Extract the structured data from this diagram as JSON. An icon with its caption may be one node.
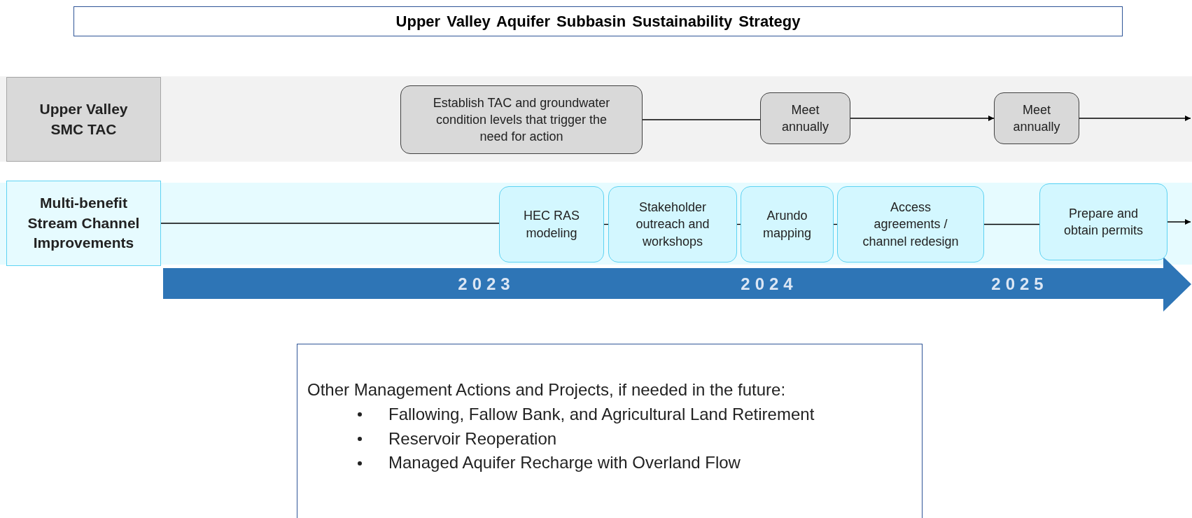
{
  "diagram": {
    "title": "Upper Valley Aquifer Subbasin Sustainability Strategy",
    "nodes": [
      {
        "text": [
          "Upper Valley SMC TAC"
        ]
      },
      {
        "text": [
          "Establish TAC and groundwater condition levels that trigger the need for action"
        ]
      },
      {
        "text": [
          "Meet annually"
        ]
      },
      {
        "text": [
          "Meet annually"
        ]
      },
      {
        "text": [
          "Multi-benefit Stream Channel Improvements"
        ]
      },
      {
        "text": [
          "HEC RAS modeling"
        ]
      },
      {
        "text": [
          "Stakeholder outreach and workshops"
        ]
      },
      {
        "text": [
          "Arundo mapping"
        ]
      },
      {
        "text": [
          "Access agreements / channel redesign"
        ]
      },
      {
        "text": [
          "Prepare and obtain permits"
        ]
      },
      {
        "text": [
          "2023",
          "2024",
          "2025"
        ]
      },
      {
        "text": [
          "Other Management Actions and Projects, if needed in the future:",
          "Fallowing, Fallow Bank, and Agricultural Land Retirement",
          "Reservoir Reoperation",
          "Managed Aquifer Recharge with Overland Flow"
        ]
      }
    ],
    "edges": [
      {
        "from": 1,
        "to": 2,
        "arrow": "none"
      },
      {
        "from": 2,
        "to": 3,
        "arrow": "to"
      },
      {
        "from": 3,
        "to": null,
        "arrow": "to"
      },
      {
        "from": 4,
        "to": 5,
        "arrow": "none"
      },
      {
        "from": 5,
        "to": 6,
        "arrow": "none"
      },
      {
        "from": 6,
        "to": 7,
        "arrow": "none"
      },
      {
        "from": 7,
        "to": 8,
        "arrow": "none"
      },
      {
        "from": 8,
        "to": 9,
        "arrow": "none"
      },
      {
        "from": 9,
        "to": null,
        "arrow": "to"
      }
    ]
  }
}
